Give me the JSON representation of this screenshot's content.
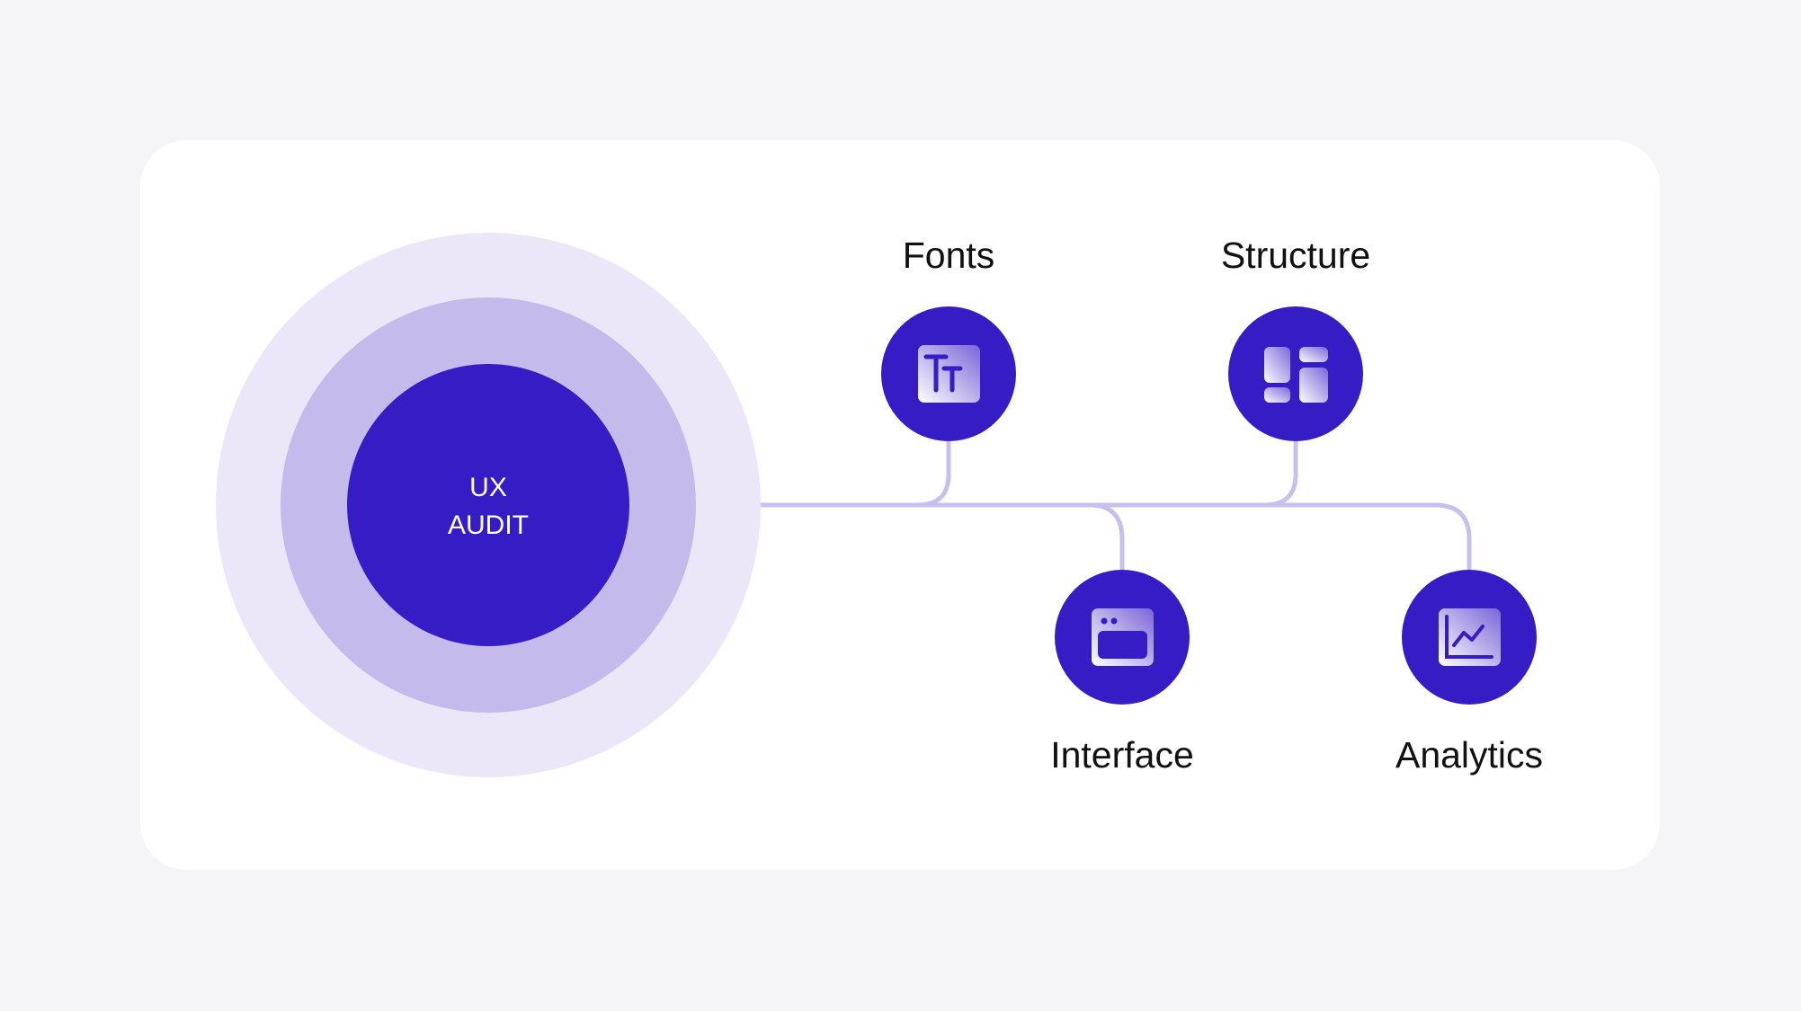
{
  "center": {
    "line1": "UX",
    "line2": "AUDIT"
  },
  "nodes": [
    {
      "label": "Fonts",
      "icon": "text-size-icon"
    },
    {
      "label": "Structure",
      "icon": "layout-grid-icon"
    },
    {
      "label": "Interface",
      "icon": "browser-window-icon"
    },
    {
      "label": "Analytics",
      "icon": "line-chart-icon"
    }
  ],
  "colors": {
    "primary": "#361cc5",
    "ring_outer": "#ebe7f8",
    "ring_middle": "#c4bbec",
    "connector": "#c8bfee"
  }
}
